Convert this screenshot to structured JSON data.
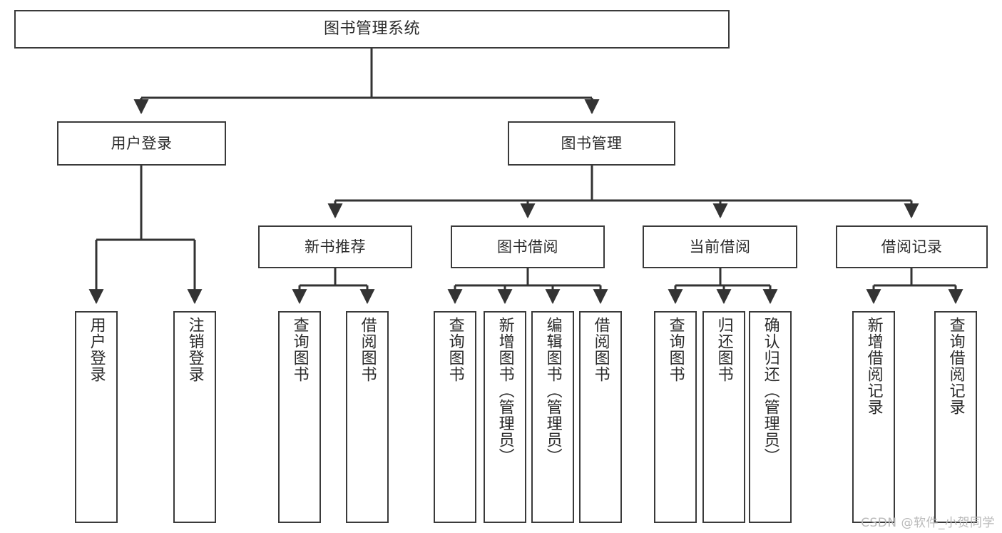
{
  "diagram": {
    "title": "图书管理系统",
    "type": "tree",
    "watermark": "CSDN @软件_小贺同学",
    "colors": {
      "box_border": "#3a3a3a",
      "box_fill": "#ffffff",
      "connector": "#333333",
      "text": "#2b2b2b",
      "watermark": "#b9b9b9"
    },
    "nodes": {
      "root": {
        "label": "图书管理系统"
      },
      "level2": [
        {
          "id": "user-login",
          "label": "用户登录"
        },
        {
          "id": "book-management",
          "label": "图书管理"
        }
      ],
      "level3": [
        {
          "id": "new-book-recommend",
          "label": "新书推荐"
        },
        {
          "id": "book-borrow",
          "label": "图书借阅"
        },
        {
          "id": "current-borrow",
          "label": "当前借阅"
        },
        {
          "id": "borrow-record",
          "label": "借阅记录"
        }
      ],
      "leaves": {
        "user_login": [
          {
            "id": "leaf-user-login",
            "label": "用户登录"
          },
          {
            "id": "leaf-logout-login",
            "label": "注销登录"
          }
        ],
        "new_book_recommend": [
          {
            "id": "leaf-query-book-1",
            "label": "查询图书"
          },
          {
            "id": "leaf-borrow-book-1",
            "label": "借阅图书"
          }
        ],
        "book_borrow": [
          {
            "id": "leaf-query-book-2",
            "label": "查询图书"
          },
          {
            "id": "leaf-add-book",
            "label": "新增图书（管理员）"
          },
          {
            "id": "leaf-edit-book",
            "label": "编辑图书（管理员）"
          },
          {
            "id": "leaf-borrow-book-2",
            "label": "借阅图书"
          }
        ],
        "current_borrow": [
          {
            "id": "leaf-query-book-3",
            "label": "查询图书"
          },
          {
            "id": "leaf-return-book",
            "label": "归还图书"
          },
          {
            "id": "leaf-confirm-return",
            "label": "确认归还（管理员）"
          }
        ],
        "borrow_record": [
          {
            "id": "leaf-add-record",
            "label": "新增借阅记录"
          },
          {
            "id": "leaf-query-record",
            "label": "查询借阅记录"
          }
        ]
      }
    }
  }
}
